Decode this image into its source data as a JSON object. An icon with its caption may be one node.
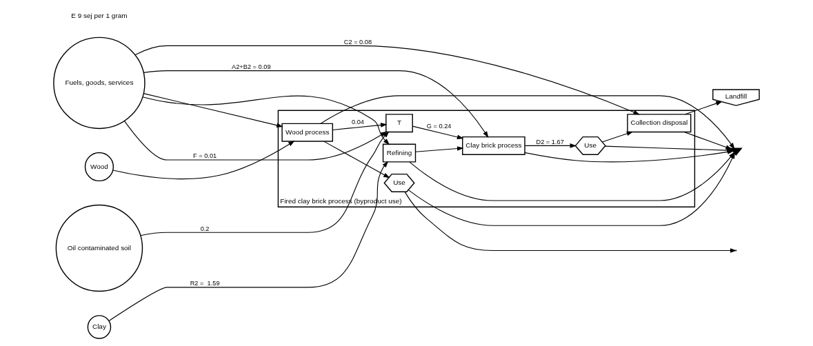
{
  "diagram": {
    "nodes": [
      {
        "text": [
          "Fired clay brick process (byproduct use)"
        ]
      },
      {
        "text": [
          "Wood"
        ]
      },
      {
        "text": [
          "Oil contaminated soil"
        ]
      },
      {
        "text": [
          "Clay"
        ]
      },
      {
        "text": [
          "Fuels, goods, services"
        ]
      },
      {
        "text": [
          "Wood process"
        ],
        "in": 0
      },
      {
        "text": [
          "T"
        ],
        "in": 0
      },
      {
        "text": [
          "Refining"
        ],
        "in": 0
      },
      {
        "text": [
          "Clay brick process"
        ],
        "in": 0
      },
      {
        "text": [
          "Use"
        ],
        "in": 0
      },
      {
        "text": [
          "Use"
        ],
        "in": 0
      },
      {
        "text": [
          "Collection disposal"
        ],
        "in": 0
      },
      {
        "text": [
          "Landfill"
        ]
      },
      {
        "text": [],
        "shape": "ground"
      }
    ],
    "edges": [
      {
        "from": 1,
        "to": 5,
        "arrow": "to"
      },
      {
        "from": 4,
        "to": 5,
        "arrow": "to"
      },
      {
        "from": 4,
        "to": 6,
        "arrow": "to",
        "label": "F = 0.01"
      },
      {
        "from": 4,
        "to": 7,
        "arrow": "to"
      },
      {
        "from": 4,
        "to": 8,
        "arrow": "to",
        "label": "A2+B2 = 0.09"
      },
      {
        "from": 4,
        "to": 11,
        "arrow": "to",
        "label": "C2 = 0.08"
      },
      {
        "from": 5,
        "to": 9,
        "arrow": "to"
      },
      {
        "from": 9,
        "to": null,
        "arrow": "to"
      },
      {
        "from": 5,
        "to": 6,
        "arrow": "to",
        "label": "0.04"
      },
      {
        "from": 2,
        "to": 6,
        "arrow": "to",
        "label": "0.2"
      },
      {
        "from": 6,
        "to": 8,
        "arrow": "to",
        "label": "G = 0.24"
      },
      {
        "from": 3,
        "to": 7,
        "arrow": "to",
        "label": "R2 =  1.59"
      },
      {
        "from": 7,
        "to": 8,
        "arrow": "to"
      },
      {
        "from": 8,
        "to": 10,
        "arrow": "to",
        "label": "D2 = 1.67"
      },
      {
        "from": 10,
        "to": 11,
        "arrow": "to"
      },
      {
        "from": 11,
        "to": 12,
        "arrow": "to"
      },
      {
        "from": 5,
        "to": 13,
        "arrow": "to"
      },
      {
        "from": 7,
        "to": 13,
        "arrow": "to"
      },
      {
        "from": 8,
        "to": 13,
        "arrow": "to"
      },
      {
        "from": 10,
        "to": 13,
        "arrow": "to"
      },
      {
        "from": 9,
        "to": 13,
        "arrow": "to"
      },
      {
        "from": 11,
        "to": 13,
        "arrow": "to"
      }
    ],
    "labels": [
      "E 9 sej per 1 gram"
    ]
  }
}
